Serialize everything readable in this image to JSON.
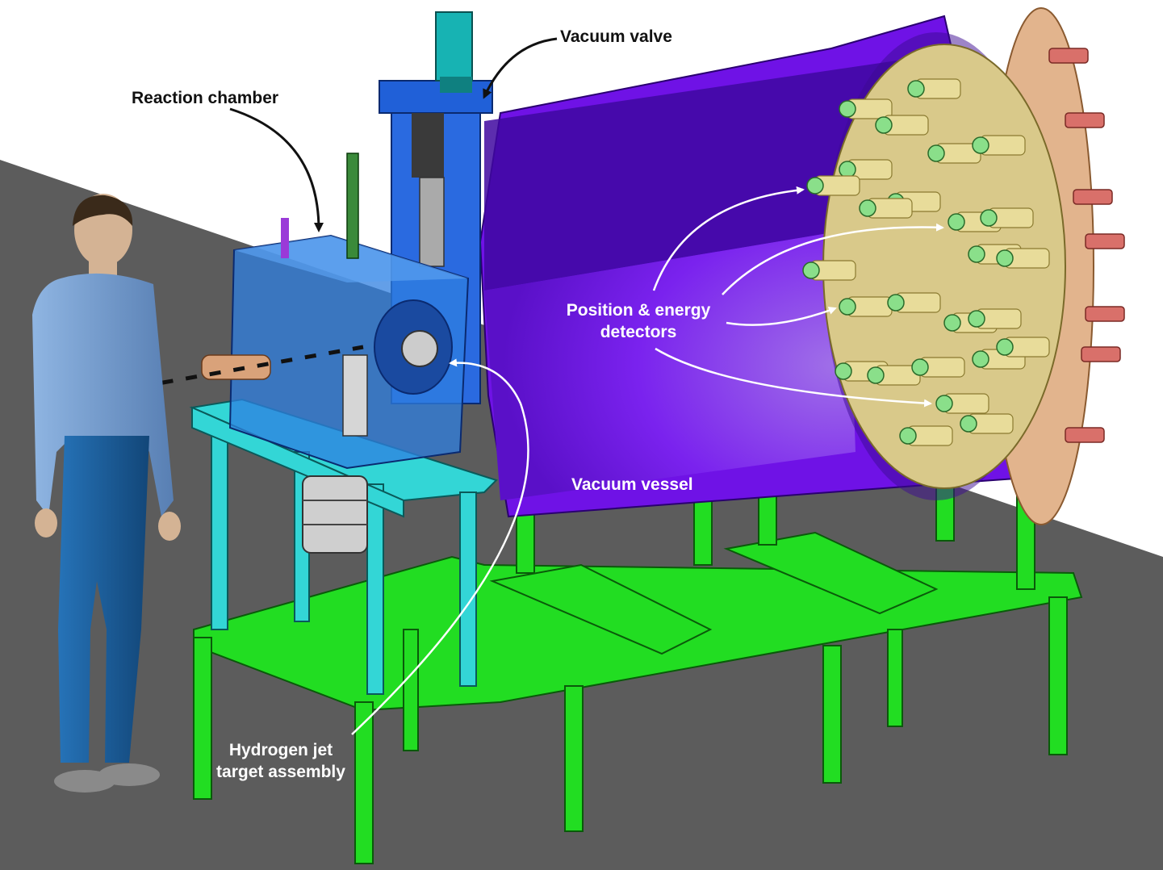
{
  "labels": {
    "vacuum_valve": "Vacuum valve",
    "reaction_chamber": "Reaction chamber",
    "detectors_line1": "Position & energy",
    "detectors_line2": "detectors",
    "vacuum_vessel": "Vacuum vessel",
    "hydrogen_line1": "Hydrogen jet",
    "hydrogen_line2": "target assembly"
  },
  "colors": {
    "floor": "#5c5c5c",
    "background": "#ffffff",
    "vessel": "#7a12ee",
    "vessel_dark": "#4a0aa8",
    "detector_plate": "#d9c98a",
    "flange": "#e2b48d",
    "feedthrough": "#d9706a",
    "frame": "#22dd22",
    "table": "#33d6d6",
    "chamber": "#2f7fe0",
    "valve": "#2060d8",
    "motor": "#17b3b3",
    "person_shirt": "#6d9ad0",
    "person_pants": "#1b5c9b",
    "skin": "#d4b394"
  }
}
